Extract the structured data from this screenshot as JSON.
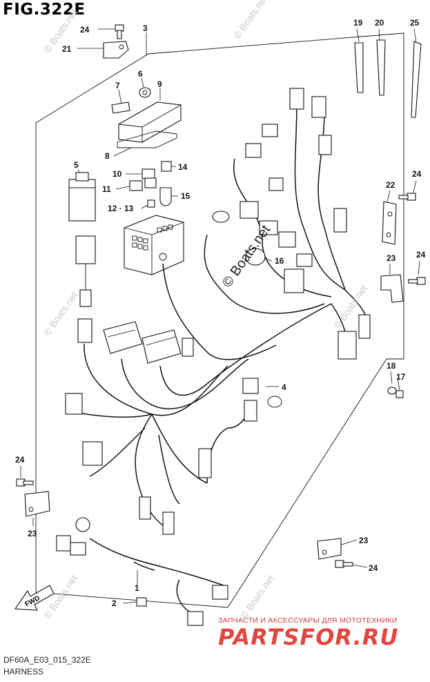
{
  "figure": {
    "title": "FIG.322E",
    "code": "DF60A_E03_015_322E",
    "name": "HARNESS"
  },
  "watermark": {
    "main": "© Boats.net",
    "ghost": "© Boats.net"
  },
  "banner": {
    "subtitle": "ЗАПЧАСТИ И АКСЕССУАРЫ ДЛЯ МОТОТЕХНИКИ",
    "brand": "PARTSFOR.RU",
    "color": "#e0473f"
  },
  "fwd_arrow": {
    "label": "FWD"
  },
  "callouts": {
    "c1": "1",
    "c2": "2",
    "c3": "3",
    "c4": "4",
    "c5": "5",
    "c6": "6",
    "c7": "7",
    "c8": "8",
    "c9": "9",
    "c10": "10",
    "c11": "11",
    "c1213": "12 · 13",
    "c14": "14",
    "c15": "15",
    "c16": "16",
    "c17": "17",
    "c18": "18",
    "c19": "19",
    "c20": "20",
    "c21": "21",
    "c22": "22",
    "c23a": "23",
    "c23b": "23",
    "c23c": "23",
    "c24a": "24",
    "c24b": "24",
    "c24c": "24",
    "c24d": "24",
    "c24e": "24",
    "c25": "25"
  }
}
